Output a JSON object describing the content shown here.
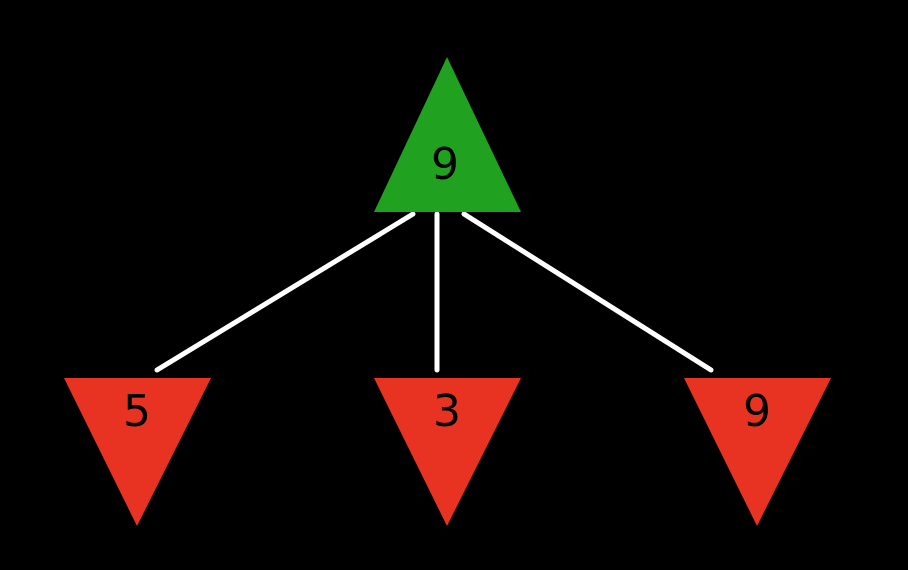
{
  "tree": {
    "root": {
      "value": "9"
    },
    "children": [
      {
        "value": "5"
      },
      {
        "value": "3"
      },
      {
        "value": "9"
      }
    ]
  },
  "colors": {
    "background": "#000000",
    "max_node_fill": "#20a120",
    "min_node_fill": "#e93322",
    "edge_stroke": "#ffffff",
    "label_text": "#000000"
  }
}
